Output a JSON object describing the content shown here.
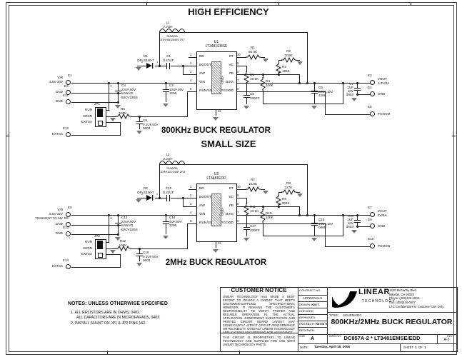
{
  "top_circuit": {
    "title": "HIGH EFFICIENCY",
    "caption": "800KHz BUCK REGULATOR",
    "ic": {
      "ref": "U1",
      "part": "LT3481EMSE",
      "pins_left": [
        {
          "n": "1",
          "name": "BD"
        },
        {
          "n": "2",
          "name": "BOOST"
        },
        {
          "n": "3",
          "name": "SW"
        },
        {
          "n": "4",
          "name": "VIN"
        },
        {
          "n": "5",
          "name": "RUN/SS"
        }
      ],
      "pins_right": [
        {
          "n": "10",
          "name": "RT"
        },
        {
          "n": "9",
          "name": "VC"
        },
        {
          "n": "8",
          "name": "FB"
        },
        {
          "n": "7",
          "name": "BIAS"
        },
        {
          "n": "6",
          "name": "PGOOD"
        }
      ],
      "pad_name": "GND",
      "pad_pin": "11"
    },
    "l": {
      "ref": "L1",
      "value": "7.7UH",
      "mfr": "SUMIDA",
      "pn": "CDRH5D28BN-7R7"
    },
    "d": {
      "ref": "D1",
      "value": "DFLS240-7",
      "pin_a": "2",
      "pin_k": "1"
    },
    "c_boost": {
      "ref": "C1",
      "value": "0.47UF"
    },
    "c_bulk": {
      "ref": "C4",
      "l1": "22UF,50V",
      "l2": "SANYO",
      "l3": "50CV22BS",
      "plus": "+"
    },
    "c_vin": {
      "ref": "C3",
      "l1": "10UF,35V",
      "l2": "1206"
    },
    "jp": {
      "ref": "JP1",
      "row1": "RUN",
      "row2": "SHDN",
      "row3": "EXTSS"
    },
    "r_run": {
      "ref": "R6",
      "value": "100K"
    },
    "c_ss": {
      "ref": "C9",
      "l1": "0.1UF,50V",
      "l2": "0603"
    },
    "r_rt": {
      "ref": "R1",
      "value": "60.4K"
    },
    "r_top": {
      "ref": "R2",
      "value": "102K"
    },
    "r_up": {
      "ref": "R3",
      "value": "165K"
    },
    "r_dn": {
      "ref": "R4",
      "value": "100K"
    },
    "r_vc": {
      "ref": "R5",
      "value": "19.1K"
    },
    "c_vc": {
      "ref": "C8",
      "value": "330PF"
    },
    "c_out": {
      "ref": "C6",
      "l1": "22UF,10V",
      "l2": "1206"
    },
    "c_out2": {
      "ref": "C7",
      "l1": "1UF",
      "l2": "10V",
      "l3": "0603"
    },
    "e_vin": {
      "ref": "E1",
      "l1": "VIN",
      "l2": "4.5V-34V",
      "l3": ""
    },
    "e_gnd1": {
      "ref": "E3",
      "label": "GND"
    },
    "e_gnd2": {
      "ref": "E11",
      "label": "GND"
    },
    "e_ss": {
      "ref": "E12",
      "label": "EXTSS"
    },
    "e_vout": {
      "ref": "E2",
      "l1": "VOUT",
      "l2": "3.3V/2A"
    },
    "e_gnd3": {
      "ref": "E4",
      "label": "GND"
    },
    "e_pg": {
      "ref": "E5",
      "label": "PGOOD"
    }
  },
  "bottom_circuit": {
    "title": "SMALL SIZE",
    "caption": "2MHz BUCK REGULATOR",
    "ic": {
      "ref": "U2",
      "part": "LT3481EDD",
      "pins_left": [
        {
          "n": "1",
          "name": "BD"
        },
        {
          "n": "2",
          "name": "BOOST"
        },
        {
          "n": "3",
          "name": "SW"
        },
        {
          "n": "4",
          "name": "VIN"
        },
        {
          "n": "5",
          "name": "RUN/SS"
        }
      ],
      "pins_right": [
        {
          "n": "10",
          "name": "RT"
        },
        {
          "n": "9",
          "name": "VC"
        },
        {
          "n": "8",
          "name": "FB"
        },
        {
          "n": "7",
          "name": "BIAS"
        },
        {
          "n": "6",
          "name": "PGOOD"
        }
      ],
      "pad_name": "GND",
      "pad_pin": "11"
    },
    "l": {
      "ref": "L2",
      "value": "2.2UH",
      "mfr": "SUMIDA",
      "pn": "CDRH4D22/HP-2R2"
    },
    "d": {
      "ref": "D2",
      "value": "DFLS240-7",
      "pin_a": "2",
      "pin_k": "1"
    },
    "c_boost": {
      "ref": "C10",
      "value": "0.22UF"
    },
    "c_bulk": {
      "ref": "C13",
      "l1": "22UF,50V",
      "l2": "SANYO",
      "l3": "50CV22BS",
      "plus": "+"
    },
    "c_vin": {
      "ref": "C14",
      "l1": "1UF,50V",
      "l2": "1206"
    },
    "jp": {
      "ref": "JP2",
      "row1": "RUN",
      "row2": "SHDN",
      "row3": "EXTSS"
    },
    "r_run": {
      "ref": "R12",
      "value": "100K"
    },
    "c_ss": {
      "ref": "C18",
      "l1": "0.1UF,50V",
      "l2": "0603"
    },
    "r_rt": {
      "ref": "R7",
      "value": "16.9K"
    },
    "r_top": {
      "ref": "R8",
      "value": "127K"
    },
    "r_up": {
      "ref": "R9",
      "value": "301K"
    },
    "r_dn": {
      "ref": "R10",
      "value": "100K"
    },
    "r_vc": {
      "ref": "R11",
      "value": "19.1K"
    },
    "c_vc": {
      "ref": "C17",
      "value": "330PF"
    },
    "c_out": {
      "ref": "C15",
      "l1": "10UF,10V",
      "l2": "0805"
    },
    "c_out2": {
      "ref": "C16",
      "l1": "1UF",
      "l2": "10V",
      "l3": "0603"
    },
    "e_vin": {
      "ref": "E6",
      "l1": "VIN",
      "l2": "6.5V-22V",
      "l3": "TRANSIENT TO 34V"
    },
    "e_gnd1": {
      "ref": "E8",
      "label": "GND"
    },
    "e_gnd2": {
      "ref": "E13",
      "label": "GND"
    },
    "e_ss": {
      "ref": "E14",
      "label": "EXTSS"
    },
    "e_vout": {
      "ref": "E7",
      "l1": "VOUT",
      "l2": "5V/2A"
    },
    "e_gnd3": {
      "ref": "E9",
      "label": "GND"
    },
    "e_pg": {
      "ref": "E10",
      "label": "PGOOD"
    }
  },
  "notes": {
    "heading": "NOTES:  UNLESS OTHERWISE SPECIFIED",
    "item1a": "1.  ALL RESISTORS ARE IN OHMS, 0402.",
    "item1b": "ALL CAPACITORS ARE IN MICROFARADS, 0402.",
    "item2": "2.  INSTALL SHUNT ON JP1 & JP2 PINS 1&2."
  },
  "notice": {
    "heading": "CUSTOMER NOTICE",
    "body": "LINEAR TECHNOLOGY HAS MADE A BEST EFFORT TO DESIGN A CIRCUIT THAT MEETS CUSTOMER-SUPPLIED SPECIFICATIONS; HOWEVER, IT REMAINS THE CUSTOMER'S RESPONSIBILITY TO VERIFY PROPER AND RELIABLE OPERATION IN THE ACTUAL APPLICATION. COMPONENT SUBSTITUTION AND PRINTED CIRCUIT BOARD LAYOUT MAY SIGNIFICANTLY AFFECT CIRCUIT PERFORMANCE OR RELIABILITY. CONTACT LINEAR TECHNOLOGY APPLICATIONS ENGINEERING FOR ASSISTANCE.",
    "footer": "THIS CIRCUIT IS PROPRIETARY TO LINEAR TECHNOLOGY AND SUPPLIED FOR USE WITH LINEAR TECHNOLOGY PARTS."
  },
  "titleblock": {
    "contract_label": "CONTRACT NO.",
    "approvals_label": "APPROVALS",
    "rows": [
      {
        "label": "DRAWN:",
        "value": "KIM T."
      },
      {
        "label": "CHECKED:",
        "value": ""
      },
      {
        "label": "APPROVED:",
        "value": ""
      },
      {
        "label": "ENGINEER:",
        "value": "KEVIN H."
      },
      {
        "label": "DESIGNER:",
        "value": ""
      }
    ],
    "company": "LINEAR",
    "company2": "TECHNOLOGY",
    "address1": "1630 McCarthy Blvd.",
    "address2": "Milpitas, CA 95035",
    "address3": "Phone: (408)432-1900",
    "address4": "Fax: (408)434-0507",
    "address5": "LTC Confidential-For Customer Use Only",
    "title_label": "TITLE:",
    "title_sub": "SCHEMATIC",
    "title": "800KHz/2MHz BUCK REGULATOR",
    "size_label": "SIZE",
    "size": "A",
    "dwg_label": "DWG NO.",
    "dwg": "DC857A-2 * LT3481EMSE/EDD",
    "rev_label": "REV",
    "rev": "A-2",
    "date_label": "DATE:",
    "date": "Tuesday, April 18, 2006",
    "sheet_label": "SHEET",
    "sheet_num": "1",
    "of_label": "OF",
    "sheet_total": "1"
  }
}
